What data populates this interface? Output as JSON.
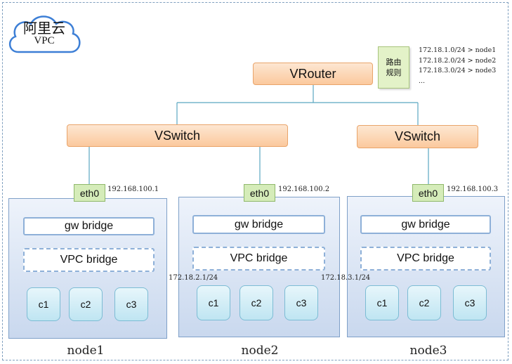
{
  "cloud": {
    "brand": "阿里云",
    "label": "VPC"
  },
  "vrouter": {
    "label": "VRouter"
  },
  "route_note": {
    "line1": "路由",
    "line2": "规则"
  },
  "routes": [
    "172.18.1.0/24 > node1",
    "172.18.2.0/24 > node2",
    "172.18.3.0/24 > node3",
    "..."
  ],
  "vswitches": [
    {
      "label": "VSwitch"
    },
    {
      "label": "VSwitch"
    }
  ],
  "nodes": [
    {
      "name": "node1",
      "eth": "eth0",
      "ip": "192.168.100.1",
      "gw": "gw bridge",
      "vpc": "VPC bridge",
      "subnet": "",
      "containers": [
        "c1",
        "c2",
        "c3"
      ]
    },
    {
      "name": "node2",
      "eth": "eth0",
      "ip": "192.168.100.2",
      "gw": "gw bridge",
      "vpc": "VPC bridge",
      "subnet": "172.18.2.1/24",
      "containers": [
        "c1",
        "c2",
        "c3"
      ]
    },
    {
      "name": "node3",
      "eth": "eth0",
      "ip": "192.168.100.3",
      "gw": "gw bridge",
      "vpc": "VPC bridge",
      "subnet": "172.18.3.1/24",
      "containers": [
        "c1",
        "c2",
        "c3"
      ]
    }
  ]
}
